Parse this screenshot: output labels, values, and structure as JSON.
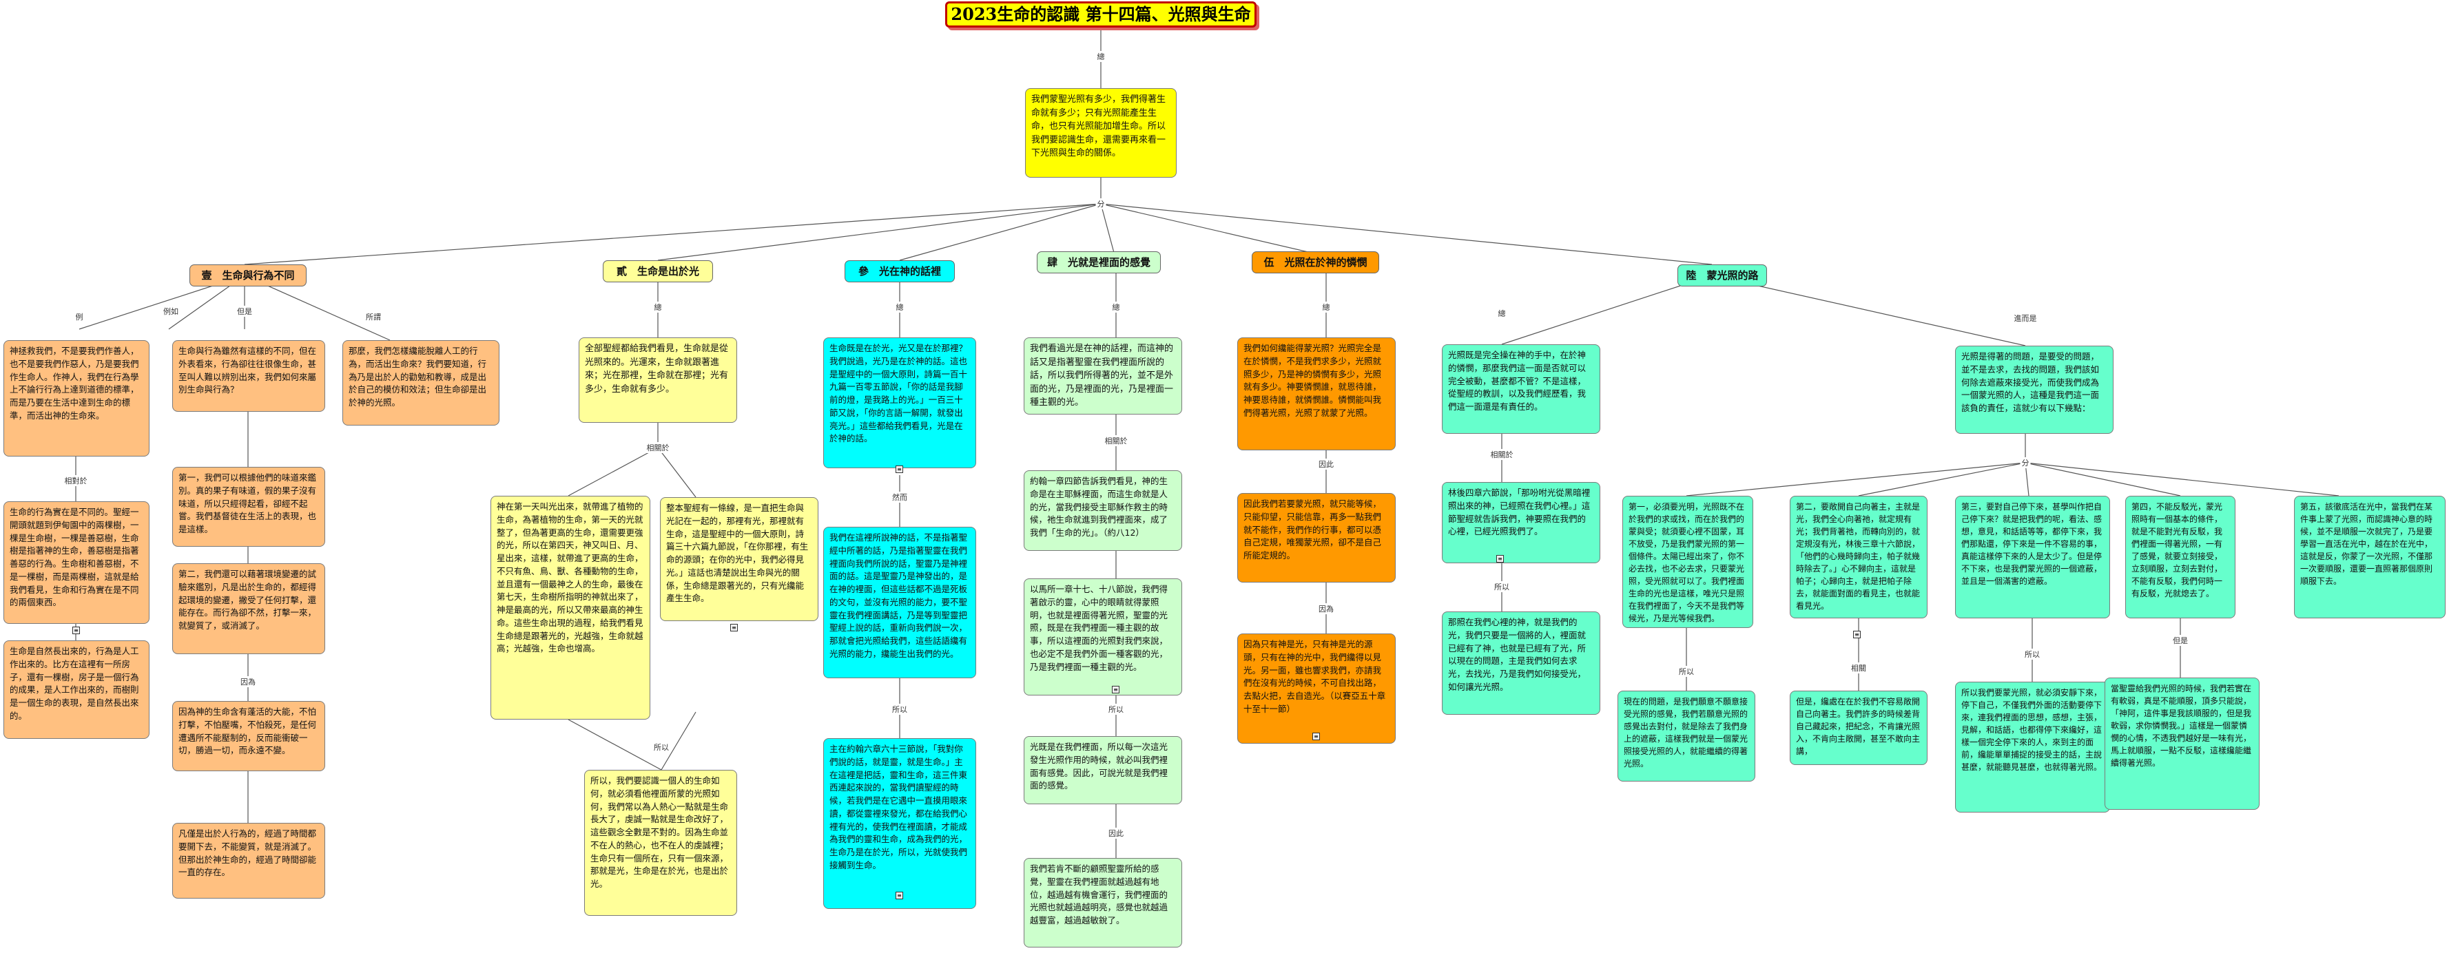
{
  "title": "2023生命的認識 第十四篇、光照與生命",
  "root_text": "我們蒙聖光照有多少，我們得著生命就有多少；只有光照能產生生命，也只有光照能加增生命。所以我們要認識生命，還需要再來看一下光照與生命的關係。",
  "connector_labels": {
    "title_root": "總",
    "root_branches": "分",
    "b1_a": "例",
    "b1_b": "例如",
    "b1_c": "但是",
    "b1_d": "所謂",
    "b1_e": "相對於",
    "b1_f": "因為",
    "b2_a": "總",
    "b2_b": "相關於",
    "b2_c": "所以",
    "b3_a": "總",
    "b3_b": "然而",
    "b3_c": "所以",
    "b4_a": "總",
    "b4_b": "相關於",
    "b4_c": "所以",
    "b4_d": "因此",
    "b5_a": "總",
    "b5_b": "因此",
    "b5_c": "因為",
    "b6_a": "總",
    "b6_b": "進而是",
    "b6_c": "相關於",
    "b6_d": "所以",
    "b6_e": "但是",
    "b6_f": "分",
    "b6_g": "所以",
    "b6_h": "相關",
    "b6_i": "所以",
    "b6_j": "但是"
  },
  "branches": {
    "b1": {
      "heading": "壹　生命與行為不同",
      "n1": "神拯救我們，不是要我們作善人，也不是要我們作惡人，乃是要我們作生命人。作神人，我們在行為學上不論行行為上達到道德的標準，而是乃要在生活中達到生命的標準，而活出神的生命來。",
      "n2": "生命的行為實在是不同的。聖經一開頭就題到伊甸園中的兩棵樹，一棵是生命樹，一棵是善惡樹，生命樹是指著神的生命，善惡樹是指著善惡的行為。生命樹和善惡樹，不是一棵樹，而是兩棵樹，這就是給我們看見，生命和行為實在是不同的兩個東西。",
      "n3": "生命是自然長出來的，行為是人工作出來的。比方在這裡有一所房子，還有一棵樹，房子是一個行為的成果，是人工作出來的，而樹則是一個生命的表現，是自然長出來的。",
      "n4": "生命與行為雖然有這樣的不同，但在外表看來，行為卻往往很像生命，甚至叫人難以辨別出來，我們如何來屬別生命與行為？",
      "n5": "第一，我們可以根據他們的味道來鑑別。真的果子有味道，假的果子沒有味道，所以只經得起看，卻經不起嘗。我們基督徒在生活上的表現，也是這樣。",
      "n6": "第二，我們還可以藉著環境變遷的試驗來鑑別，凡是出於生命的，都經得起環境的變遷，撇受了任何打擊，還能存在。而行為卻不然，打擊一來，就變質了，或消滅了。",
      "n7": "因為神的生命含有蓬活的大能，不怕打擊，不怕壓嘴，不怕殺死，是任何遭遇所不能壓制的，反而能衝破一切，勝過一切，而永遠不變。",
      "n8": "凡僅是出於人行為的，經過了時間都要開下去，不能變質，就是消滅了。但那出於神生命的，經過了時間卻能一直的存在。",
      "n9": "那麼，我們怎樣纔能脫離人工的行為，而活出生命來？我們要知道，行為乃是出於人的勸勉和教導，成是出於自己的模仿和效法；但生命卻是出於神的光照。"
    },
    "b2": {
      "heading": "貳　生命是出於光",
      "n1": "全部聖經都給我們看見，生命就是從光照來的。光運來，生命就跟著進來；光在那裡，生命就在那裡；光有多少，生命就有多少。",
      "n2": "神在第一天叫光出來，就帶進了植物的生命，為著植物的生命，第一天的光就整了，但為著更高的生命，還需要更強的光，所以在第四天，神又叫日、月、星出來，這樣，就帶進了更高的生命，不只有魚、鳥、獸、各種動物的生命，並且還有一個最神之人的生命，最後在第七天，生命樹所指明的神就出來了，神是最高的光，所以又帶來最高的神生命。這些生命出現的過程，給我們看見生命總是跟著光的，光越強，生命就越高；光越強，生命也增高。",
      "n3": "整本聖經有一條線，是一直把生命與光記在一起的，那裡有光，那裡就有生命，這是聖經中的一個大原則，詩篇三十六篇九節說，「在你那裡，有生命的源頭；在你的光中，我們必得見光。」這話也清楚說出生命與光的關係，生命總是跟著光的，只有光纔能產生生命。",
      "n4": "所以，我們要認識一個人的生命如何，就必須看他裡面所蒙的光照如何，我們常以為人熱心一點就是生命長大了，虔誠一點就是生命改好了，這些觀念全數是不對的。因為生命並不在人的熱心，也不在人的虔誠裡；生命只有一個所在，只有一個來源，那就是光，生命是在於光，也是出於光。"
    },
    "b3": {
      "heading": "參　光在神的話裡",
      "n1": "生命既是在於光，光又是在於那裡？我們說過，光乃是在於神的話。這也是聖經中的一個大原則，詩篇一百十九篇一百零五節說，「你的話是我腳前的燈，是我路上的光。」一百三十節又說，「你的言語一解開，就發出亮光。」這些都給我們看見，光是在於神的話。",
      "n2": "我們在這裡所說神的話，不是指著聖經中所著的話，乃是指著聖靈在我們裡面向我們所說的話，聖靈乃是神裡面的話。這是聖靈乃是神發出的，是在神的裡面，但這些話都不過是死板的文句，並沒有光照的能力，要不聖靈在我們裡面講話，乃是等到聖靈把聖經上說的話，重新向我們說一次，那就會把光照給我們，這些話語纔有光照的能力，纔能生出我們的光。",
      "n3": "主在約翰六章六十三節說，「我對你們說的話，就是靈，就是生命。」主在這裡是把話，靈和生命，這三件東西連起來說的，當我們讀聖經的時候，若我們是在它遇中一直摸用眼來讀，都從靈裡來發光，都在給我們心裡有光的，使我們在裡面讀，才能成為我們的靈和生命，成為我們的光，生命乃是在於光，所以，光就使我們接觸到生命。"
    },
    "b4": {
      "heading": "肆　光就是裡面的感覺",
      "n1": "我們看過光是在神的話裡，而這神的話又是指著聖靈在我們裡面所說的話，所以我們所得著的光，並不是外面的光，乃是裡面的光，乃是裡面一種主觀的光。",
      "n2": "約翰一章四節告訴我們看見，神的生命是在主耶穌裡面，而這生命就是人的光，當我們接受主耶穌作救主的時候，祂生命就進到我們裡面來，成了我們「生命的光」。（約八12）",
      "n3": "以馬所一章十七、十八節說，我們得著啟示的靈，心中的眼睛就得蒙照明，也就是裡面得著光照，聖靈的光照，既是在我們裡面一種主觀的故事，所以這裡面的光照對我們來說，也必定不是我們外面一種客觀的光，乃是我們裡面一種主觀的光。",
      "n4": "光既是在我們裡面，所以每一次這光發生光照作用的時候，就必叫我們裡面有感覺。因此，可說光就是我們裡面的感覺。",
      "n5": "我們若肯不斷的顧照聖靈所給的感覺，聖靈在我們裡面就越過越有地位，越過越有機會運行，我們裡面的光照也就越過越明亮，感覺也就越過越豐富，越過越敏銳了。"
    },
    "b5": {
      "heading": "伍　光照在於神的憐憫",
      "n1": "我們如何纔能得蒙光照？光照完全是在於憐憫，不是我們求多少，光照就照多少，乃是神的憐憫有多少，光照就有多少。神要憐憫誰，就恩待誰，神要恩待誰，就憐憫誰。憐憫能叫我們得著光照，光照了就蒙了光照。",
      "n2": "因此我們若要蒙光照，就只能等候，只能仰望，只能信靠，再多一點我們就不能作，我們作的行事，都可以憑自己定規，唯獨蒙光照，卻不是自己所能定規的。",
      "n3": "因為只有神是光，只有神是光的源頭，只有在神的光中，我們纔得以見光。另一面，雖也響求我們，亦請我們在沒有光的時候，不可自找出路，去點火把，去自造光。（以賽亞五十章十至十一節）"
    },
    "b6": {
      "heading": "陸　蒙光照的路",
      "n1": "光照既是完全操在神的手中，在於神的憐憫，那麼我們這一面是否就可以完全被動，甚麼都不管？不是這樣，從聖經的教訓，以及我們經歷看，我們這一面還是有責任的。",
      "n2": "林後四章六節說，「那吩咐光從黑暗裡照出來的神，已經照在我們心裡。」這節聖經就告訴我們，神要照在我們的心裡，已經光照我們了。",
      "n3": "那照在我們心裡的神，就是我們的光，我們只要是一個將的人，裡面就已經有了神，也就是已經有了光，所以現在的問題，主是我們如何去求光，去找光，乃是我們如何接受光，如何讓光光照。",
      "n4": "光照是得著的問題，是要受的問題，並不是去求，去找的問題，我們該如何除去遮蔽來接受光，而使我們成為一個蒙光照的人，這種是我們這一面該負的責任，這就少有以下幾點：",
      "n5": "第一，必須要光明，光照既不在於我們的求或找，而在於我們的蒙與受；就須要心裡不固蒙，耳不放受，乃是我們蒙光照的第一個條件。太陽已經出來了，你不必去找，也不必去求，只要蒙光照，受光照就可以了。我們裡面生命的光也是這樣，唯光只是照在我們裡面了，今天不是我們等候光，乃是光等候我們。",
      "n6": "現在的問題，是我們願意不願意接受光照的感覺，我們若願意光照的感覺出去對付，就是除去了我們身上的遮蔽，這樣我們就是一個蒙光照接受光照的人，就能繼續的得著光照。",
      "n7": "第二，要敞開自己向著主，主就是光，我們全心向著祂，就定規有光；我們背著祂，而轉向別的，就定規沒有光，林後三章十六節說，「他們的心幾時歸向主，帕子就幾時除去了。」心不歸向主，這就是帕子；心歸向主，就是把帕子除去，就能面對面的看見主，也就能看見光。",
      "n8": "但是，纔處在在於我們不容易敞開自己向著主。我們許多的時候差背自己藏起來，把紀念，不肯讓光照入，不肯向主敞開，甚至不敢向主講，",
      "n9": "第三，要對自己停下來，甚學叫作把自己停下來？就是把我們的呢，看法、感想，意見，和話語等等，都停下來，我們那點還，停下來是一件不容易的事，真能這樣停下來的人是太少了。但是停不下來，也是我們蒙光照的一個遮蔽，並且是一個滿害的遮蔽。",
      "n10": "所以我們要蒙光照，就必須安靜下來，停下自己，不僅我們外面的活動要停下來，連我們裡面的思想，感想，主張，見解，和話語，也都得停下來纔好，這樣一個完全停下來的人，來到主的面前，纔能單單捕捉的接受主的話，主說甚麼，就能聽見甚麼，也就得著光照。",
      "n11": "第四，不能反駁光，蒙光照時有一個基本的條件，就是不能對光有反駁，我們裡面一得著光照，一有了感覺，就要立刻接受，立刻順服，立刻去對付，不能有反駁，我們何時一有反駁，光就熄去了。",
      "n12": "當聖靈給我們光照的時候，我們若實在有軟弱，真是不能順服，頂多只能說，「神阿，這件事是我該順服的，但是我軟弱，求你憐憫我。」這樣是一個蒙憐憫的心情，不透我們越好是一味有光，馬上就順服，一點不反駁，這樣纔能繼續得著光照。",
      "n13": "第五，該徹底活在光中，當我們在某件事上蒙了光照，而認識神心意的時候，並不是順服一次就完了，乃是要學習一直活在光中，越在於在光中，這就是反，你蒙了一次光照，不僅那一次要順服，還要一直照著那個原則順服下去。"
    }
  }
}
